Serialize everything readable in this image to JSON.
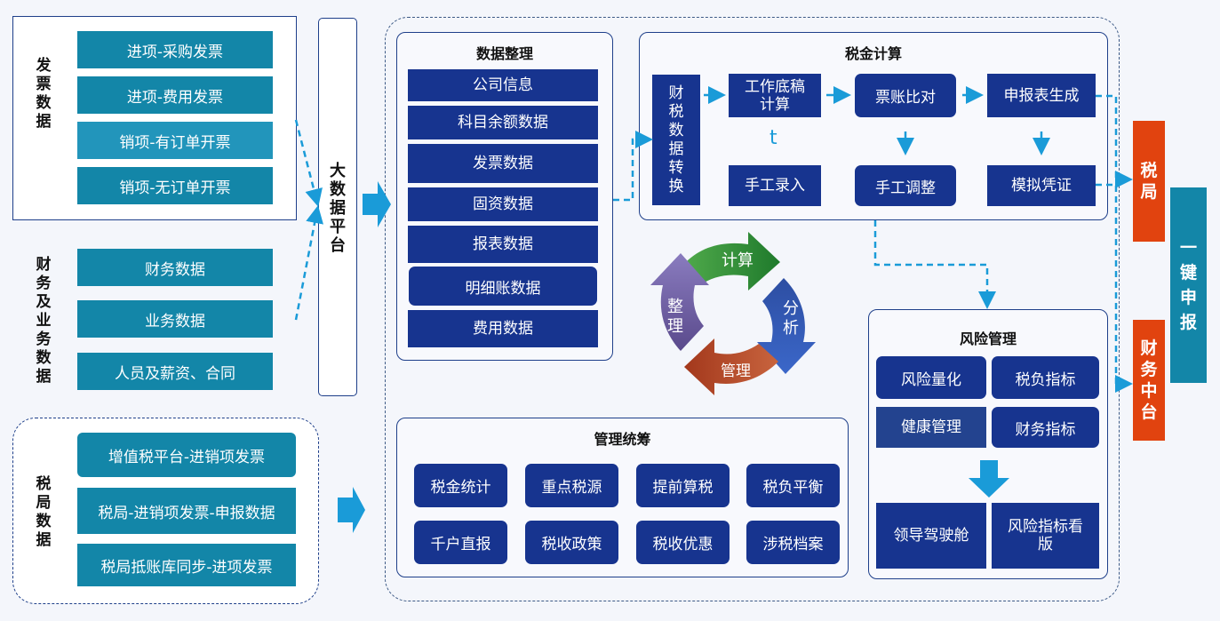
{
  "colors": {
    "teal": "#1386a8",
    "navy": "#17348f",
    "red": "#e1430f",
    "arrow": "#1a9bd8"
  },
  "left": {
    "invoice": {
      "label": "发票数据",
      "items": [
        "进项-采购发票",
        "进项-费用发票",
        "销项-有订单开票",
        "销项-无订单开票"
      ]
    },
    "finance": {
      "label": "财务及业务数据",
      "items": [
        "财务数据",
        "业务数据",
        "人员及薪资、合同"
      ]
    },
    "taxbureau": {
      "label": "税局数据",
      "items": [
        "增值税平台-进销项发票",
        "税局-进销项发票-申报数据",
        "税局抵账库同步-进项发票"
      ]
    }
  },
  "platform": "大数据平台",
  "data_org": {
    "title": "数据整理",
    "items": [
      "公司信息",
      "科目余额数据",
      "发票数据",
      "固资数据",
      "报表数据",
      "明细账数据",
      "费用数据"
    ]
  },
  "tax_calc": {
    "title": "税金计算",
    "convert": "财税数据转换",
    "top": [
      "工作底稿计算",
      "票账比对",
      "申报表生成"
    ],
    "bottom": [
      "手工录入",
      "手工调整",
      "模拟凭证"
    ],
    "t_mark": "t"
  },
  "cycle": [
    "计算",
    "分析",
    "管理",
    "整理"
  ],
  "management": {
    "title": "管理统筹",
    "items": [
      "税金统计",
      "重点税源",
      "提前算税",
      "税负平衡",
      "千户直报",
      "税收政策",
      "税收优惠",
      "涉税档案"
    ]
  },
  "risk": {
    "title": "风险管理",
    "items": [
      "风险量化",
      "税负指标",
      "健康管理",
      "财务指标"
    ],
    "outputs": [
      "领导驾驶舱",
      "风险指标看版"
    ]
  },
  "targets": {
    "tax_bureau": "税局",
    "finance_center": "财务中台",
    "one_click": "一键申报"
  }
}
